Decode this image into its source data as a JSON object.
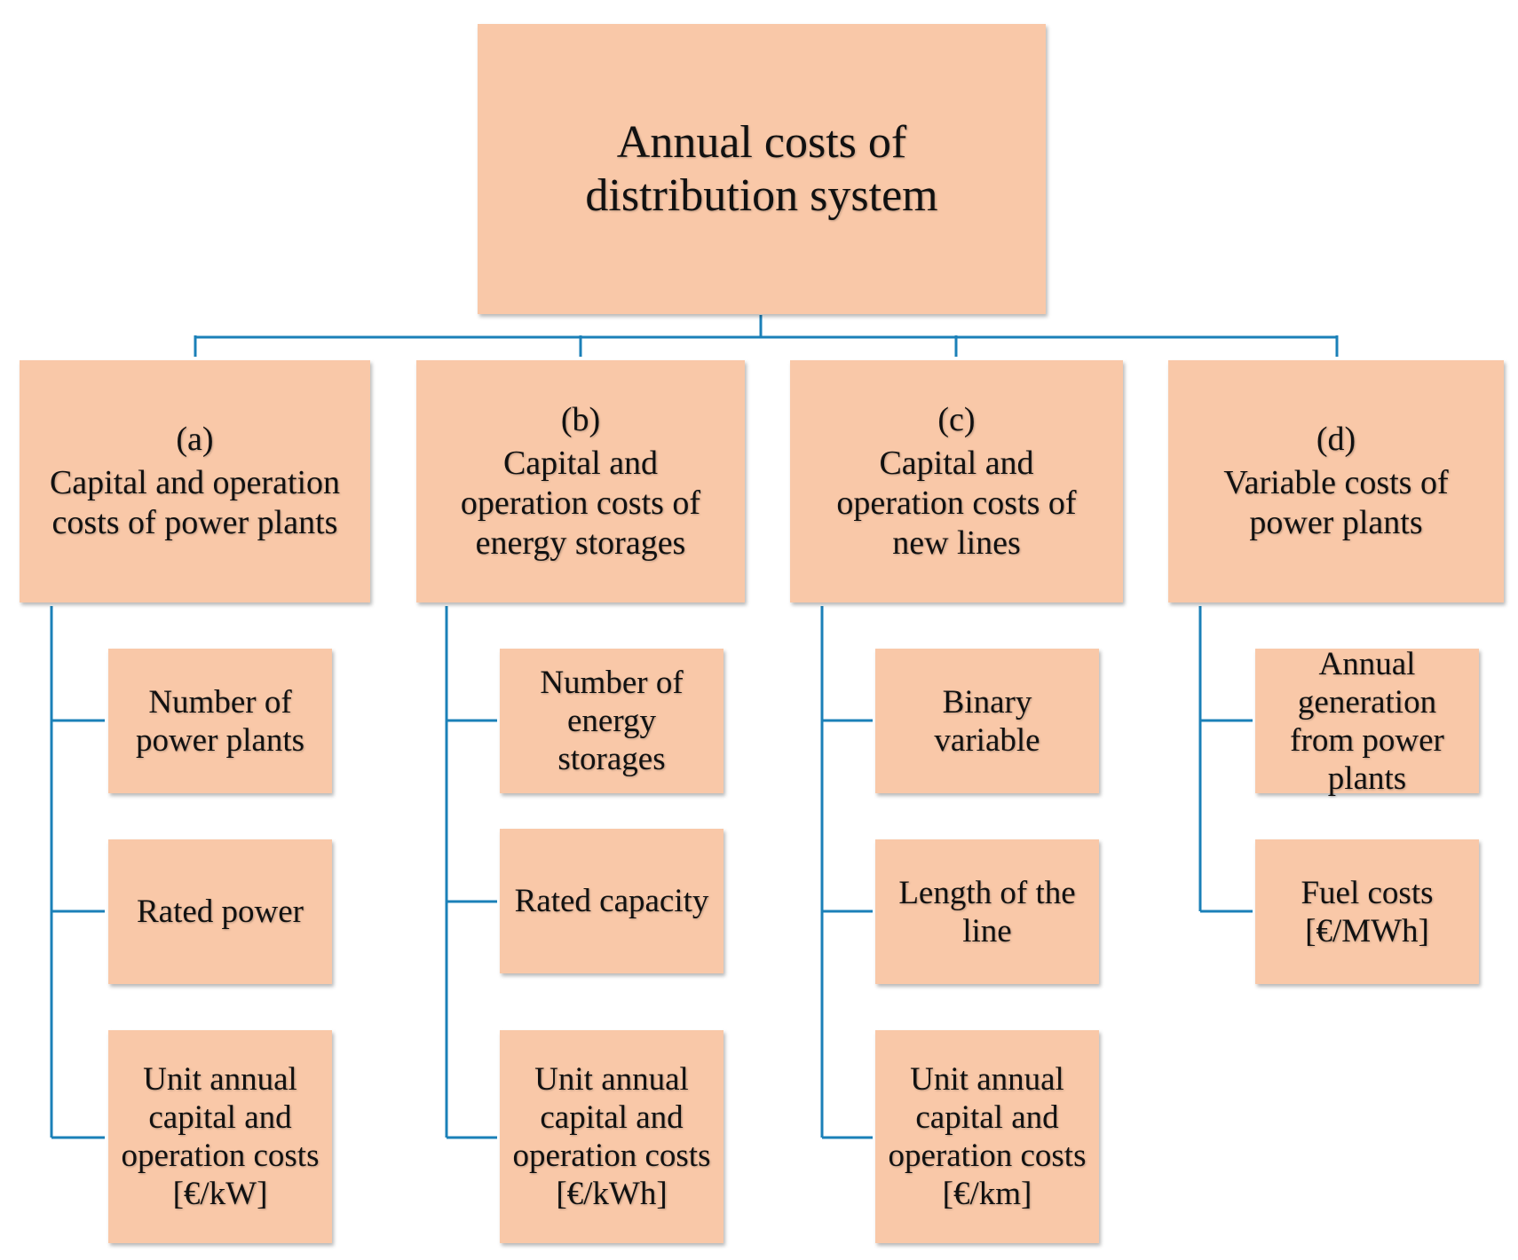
{
  "root": {
    "lines": [
      "Annual costs of",
      "distribution system"
    ]
  },
  "categories": [
    {
      "letter": "(a)",
      "lines": [
        "Capital and operation",
        "costs of power plants"
      ],
      "items": [
        {
          "lines": [
            "Number of",
            "power plants"
          ]
        },
        {
          "lines": [
            "Rated power"
          ]
        },
        {
          "lines": [
            "Unit annual",
            "capital and",
            "operation costs",
            "[€/kW]"
          ]
        }
      ]
    },
    {
      "letter": "(b)",
      "lines": [
        "Capital and",
        "operation costs of",
        "energy storages"
      ],
      "items": [
        {
          "lines": [
            "Number of",
            "energy",
            "storages"
          ]
        },
        {
          "lines": [
            "Rated capacity"
          ]
        },
        {
          "lines": [
            "Unit annual",
            "capital and",
            "operation costs",
            "[€/kWh]"
          ]
        }
      ]
    },
    {
      "letter": "(c)",
      "lines": [
        "Capital and",
        "operation costs of",
        "new lines"
      ],
      "items": [
        {
          "lines": [
            "Binary",
            "variable"
          ]
        },
        {
          "lines": [
            "Length of the",
            "line"
          ]
        },
        {
          "lines": [
            "Unit annual",
            "capital and",
            "operation costs",
            "[€/km]"
          ]
        }
      ]
    },
    {
      "letter": "(d)",
      "lines": [
        "Variable costs of",
        "power plants"
      ],
      "items": [
        {
          "lines": [
            "Annual",
            "generation",
            "from power",
            "plants"
          ]
        },
        {
          "lines": [
            "Fuel costs",
            "[€/MWh]"
          ]
        }
      ]
    }
  ],
  "colors": {
    "box_fill": "#f9c8a8",
    "connector": "#1b80b8"
  }
}
